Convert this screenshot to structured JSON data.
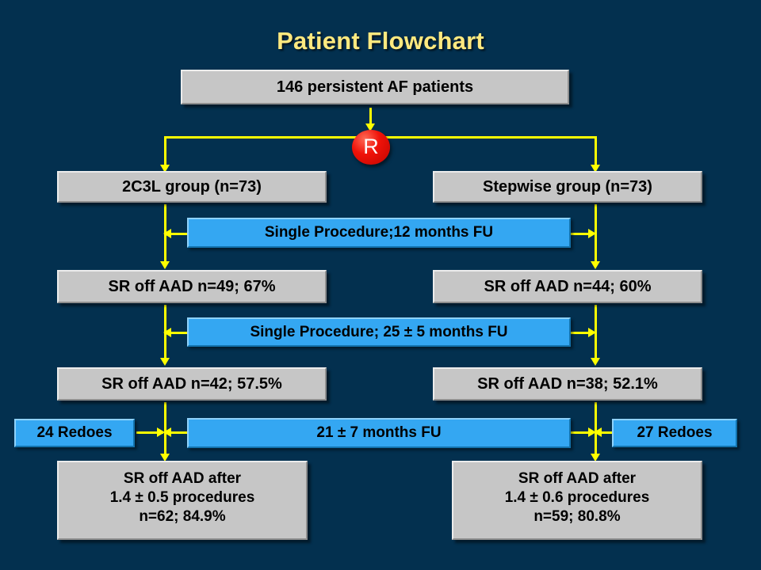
{
  "title": "Patient Flowchart",
  "colors": {
    "background": "#03304f",
    "title_text": "#ffe97f",
    "connector": "#ffff00",
    "gray_box": "#c6c6c6",
    "blue_box": "#34a7f2",
    "badge": "#ef1209",
    "badge_text": "#ffffff"
  },
  "nodes": {
    "root": "146 persistent AF patients",
    "randomize_badge": "R",
    "arm_left": "2C3L group (n=73)",
    "arm_right": "Stepwise group (n=73)",
    "followup_1": "Single Procedure;12 months FU",
    "outcome_left_1": "SR off AAD n=49; 67%",
    "outcome_right_1": "SR off AAD n=44; 60%",
    "followup_2": "Single Procedure; 25 ± 5 months FU",
    "outcome_left_2": "SR off AAD n=42; 57.5%",
    "outcome_right_2": "SR off AAD n=38; 52.1%",
    "redoes_left": "24 Redoes",
    "followup_3": "21 ± 7 months FU",
    "redoes_right": "27 Redoes",
    "final_left": {
      "line1": "SR off AAD after",
      "line2": "1.4 ± 0.5 procedures",
      "line3": "n=62; 84.9%"
    },
    "final_right": {
      "line1": "SR off AAD after",
      "line2": "1.4 ± 0.6 procedures",
      "line3": "n=59; 80.8%"
    }
  },
  "chart_data": {
    "type": "table",
    "title": "Patient Flowchart",
    "categories": [
      "2C3L group (n=73)",
      "Stepwise group (n=73)"
    ],
    "total_patients": 146,
    "randomization": "R",
    "stages": [
      {
        "label": "Single Procedure;12 months FU",
        "left_n": 49,
        "left_pct": 67.0,
        "right_n": 44,
        "right_pct": 60.0
      },
      {
        "label": "Single Procedure; 25 ± 5 months FU",
        "left_n": 42,
        "left_pct": 57.5,
        "right_n": 38,
        "right_pct": 52.1
      },
      {
        "label": "21 ± 7 months FU",
        "left_redoes": 24,
        "right_redoes": 27,
        "left_procedures": "1.4 ± 0.5",
        "right_procedures": "1.4 ± 0.6",
        "left_n": 62,
        "left_pct": 84.9,
        "right_n": 59,
        "right_pct": 80.8
      }
    ]
  }
}
